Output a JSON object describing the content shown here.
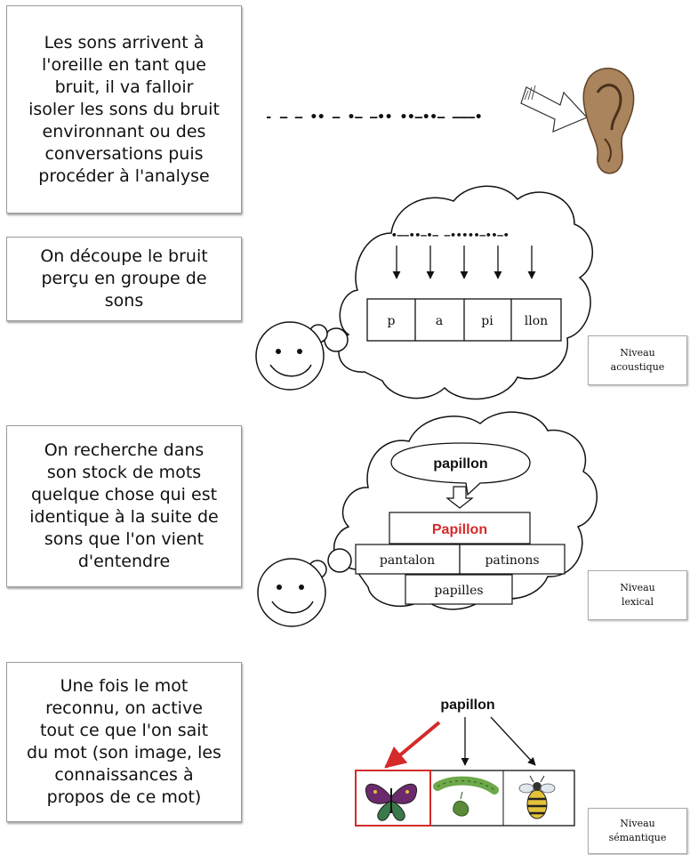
{
  "explanations": [
    "Les sons arrivent à l'oreille en tant que bruit, il va falloir isoler les sons du bruit environnant ou des conversations puis procéder à l'analyse",
    "On découpe le bruit perçu en groupe de sons",
    "On recherche dans son stock de mots quelque chose qui est identique à la suite de sons que l'on vient d'entendre",
    "Une fois le mot reconnu, on active tout ce que l'on sait du mot (son image, les connaissances à propos de ce mot)"
  ],
  "explanation_lines": [
    [
      "Les sons arrivent à",
      "l'oreille en tant que",
      "bruit, il va falloir",
      "isoler les sons du bruit",
      "environnant ou des",
      "conversations puis",
      "procéder à l'analyse"
    ],
    [
      "On découpe le bruit",
      "perçu en groupe de",
      "sons"
    ],
    [
      "On recherche dans",
      "son stock de mots",
      "quelque chose qui est",
      "identique à la suite de",
      "sons que l'on vient",
      "d'entendre"
    ],
    [
      "Une fois le mot",
      "reconnu, on active",
      "tout ce que l'on sait",
      "du mot (son image, les",
      "connaissances à",
      "propos de ce mot)"
    ]
  ],
  "levels": {
    "acoustic": [
      "Niveau",
      "acoustique"
    ],
    "lexical": [
      "Niveau",
      "lexical"
    ],
    "semantic": [
      "Niveau",
      "sémantique"
    ]
  },
  "noise_stream": "- – – •• – •– –•• ••–••– –––•",
  "syllables": [
    "p",
    "a",
    "pi",
    "llon"
  ],
  "lexical": {
    "heard_word": "papillon",
    "match": "Papillon",
    "candidates": [
      "pantalon",
      "patinons",
      "papilles"
    ]
  },
  "semantic": {
    "word": "papillon",
    "images": [
      "butterfly-image",
      "caterpillar-image",
      "bee-image"
    ]
  },
  "colors": {
    "highlight": "#d42a2a",
    "ear": "#8a6a4a"
  }
}
